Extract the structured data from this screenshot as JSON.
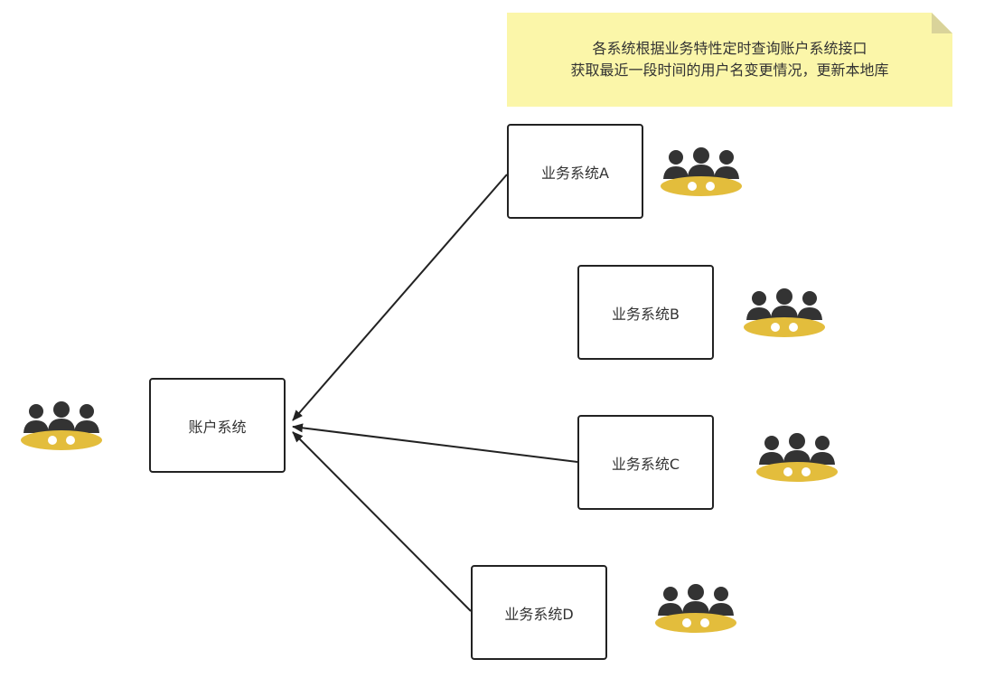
{
  "colors": {
    "note_fill": "#fbf6a9",
    "note_fold": "#d9d39a",
    "icon_gold": "#e3bd3c",
    "icon_dark": "#333333",
    "stroke": "#222222"
  },
  "icons": {
    "group": "user-group-icon"
  },
  "note": {
    "line1": "各系统根据业务特性定时查询账户系统接口",
    "line2": "获取最近一段时间的用户名变更情况，更新本地库"
  },
  "account_system": {
    "label": "账户系统"
  },
  "business_systems": [
    {
      "label": "业务系统A"
    },
    {
      "label": "业务系统B"
    },
    {
      "label": "业务系统C"
    },
    {
      "label": "业务系统D"
    }
  ]
}
